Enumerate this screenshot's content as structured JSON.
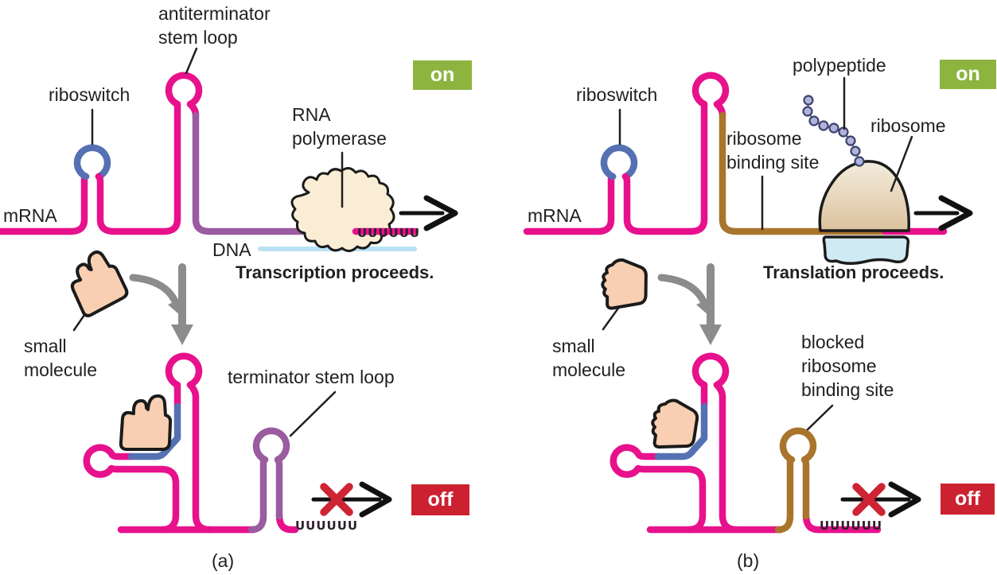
{
  "figure": {
    "panel_a": {
      "letter": "(a)",
      "labels": {
        "antiterminator": [
          "antiterminator",
          "stem loop"
        ],
        "riboswitch": "riboswitch",
        "mrna": "mRNA",
        "rna_polymerase": [
          "RNA",
          "polymerase"
        ],
        "dna": "DNA",
        "small_molecule": [
          "small",
          "molecule"
        ],
        "terminator": "terminator stem loop"
      },
      "badges": {
        "on": "on",
        "off": "off"
      },
      "caption": "Transcription proceeds.",
      "polyu_top": "UUUUUU",
      "polyu_bottom": "UUUUUU"
    },
    "panel_b": {
      "letter": "(b)",
      "labels": {
        "riboswitch": "riboswitch",
        "mrna": "mRNA",
        "polypeptide": "polypeptide",
        "ribosome": "ribosome",
        "ribosome_binding_site": [
          "ribosome",
          "binding site"
        ],
        "small_molecule": [
          "small",
          "molecule"
        ],
        "blocked_rbs": [
          "blocked",
          "ribosome",
          "binding site"
        ]
      },
      "badges": {
        "on": "on",
        "off": "off"
      },
      "caption": "Translation proceeds.",
      "polyu_bottom": "UUUUUU"
    },
    "colors": {
      "mrna_pink": "#E8118C",
      "riboswitch_blue": "#5571B4",
      "terminator_purple": "#9A5B9F",
      "rbs_brown": "#A9752C",
      "on_green": "#8CB43F",
      "off_red": "#CC2130",
      "x_red": "#CE2433",
      "arrow_gray": "#8C8C8C",
      "dna_blue": "#B9E2F4",
      "molecule_peach": "#F8CFB2",
      "polymerase_cream": "#F9EDD5",
      "ribosome_small_blue": "#D0EAF4",
      "bead_lavender": "#AEB4DC",
      "polyu_dark": "#2E1F2B",
      "text": "#231F20"
    }
  }
}
